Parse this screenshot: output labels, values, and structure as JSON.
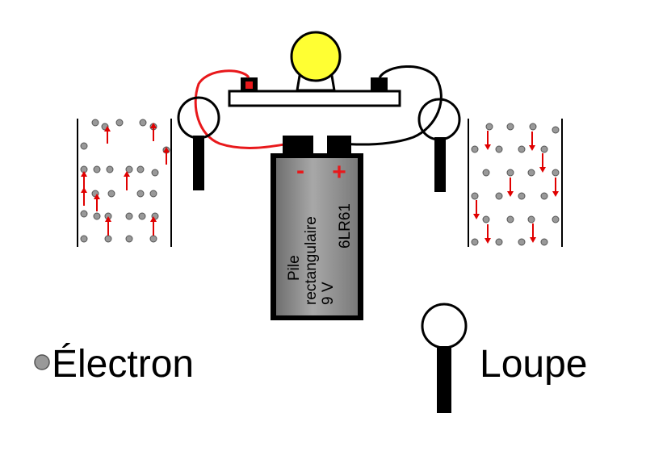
{
  "battery": {
    "name_line1": "Pile",
    "name_line2": "rectangulaire",
    "voltage": "9 V",
    "model": "6LR61",
    "minus_sign": "-",
    "plus_sign": "+"
  },
  "legend": {
    "electron_label": "Électron",
    "loupe_label": "Loupe"
  },
  "colors": {
    "bulb": "#ffff33",
    "positive_wire": "#e8181b",
    "negative_wire": "#000000",
    "battery_body": "#8a8a8a",
    "electron": "#999999",
    "arrow": "#e00000"
  }
}
